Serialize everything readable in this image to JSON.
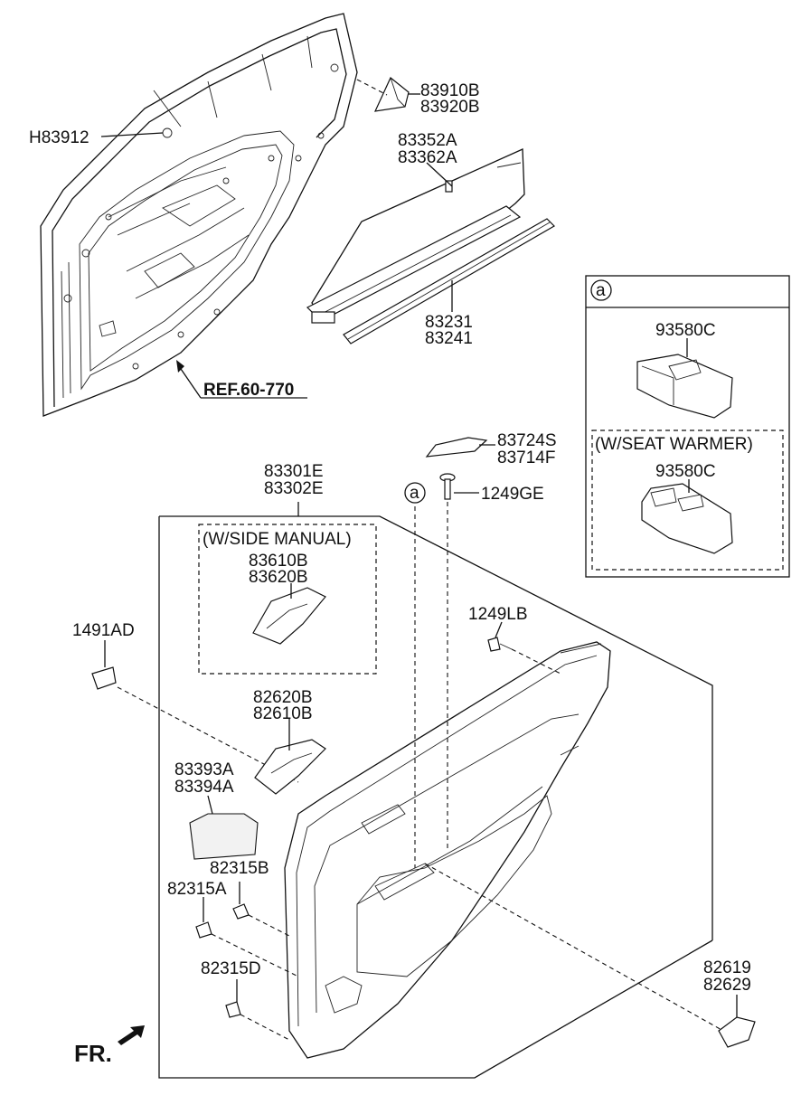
{
  "labels": {
    "p83910": "83910B",
    "p83920": "83920B",
    "h83912": "H83912",
    "p83352": "83352A",
    "p83362": "83362A",
    "p83231": "83231",
    "p83241": "83241",
    "ref": "REF.60-770",
    "p83724": "83724S",
    "p83714": "83714F",
    "p1249ge": "1249GE",
    "p83301": "83301E",
    "p83302": "83302E",
    "side_manual": "(W/SIDE MANUAL)",
    "p83610": "83610B",
    "p83620": "83620B",
    "p1491": "1491AD",
    "p1249lb": "1249LB",
    "p82620": "82620B",
    "p82610": "82610B",
    "p83393": "83393A",
    "p83394": "83394A",
    "p82315b": "82315B",
    "p82315a": "82315A",
    "p82315d": "82315D",
    "p82619": "82619",
    "p82629": "82629",
    "fr": "FR.",
    "circle_a_main": "a",
    "inset_a": "a",
    "p93580_1": "93580C",
    "seat_warmer": "(W/SEAT WARMER)",
    "p93580_2": "93580C"
  }
}
